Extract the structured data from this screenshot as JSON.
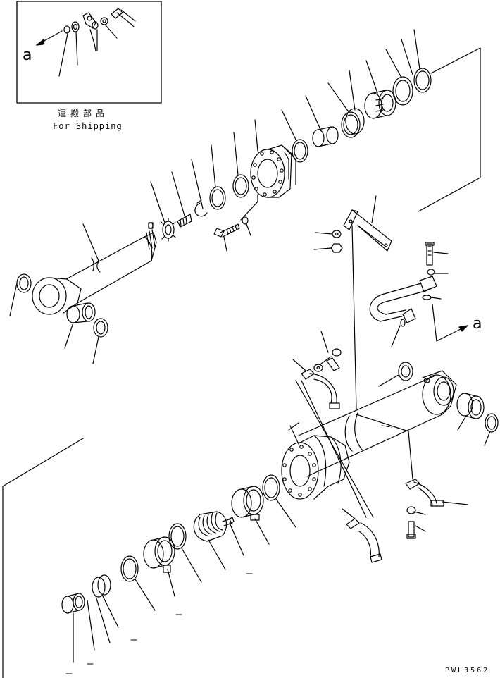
{
  "inset": {
    "caption_jp": "運搬部品",
    "caption_en": "For Shipping",
    "marker": "a"
  },
  "detail_marker": "a",
  "drawing_code": "PWL3562",
  "components": [
    "piston-rod",
    "rod-eye-bushing",
    "rod-dust-seals",
    "set-screw",
    "piston-nut",
    "piston-rings",
    "cylinder-head",
    "head-bolts",
    "cylinder-tube",
    "tube-bushing",
    "hose-clamps",
    "piping-tube",
    "bracket",
    "piston",
    "packing-seals"
  ]
}
